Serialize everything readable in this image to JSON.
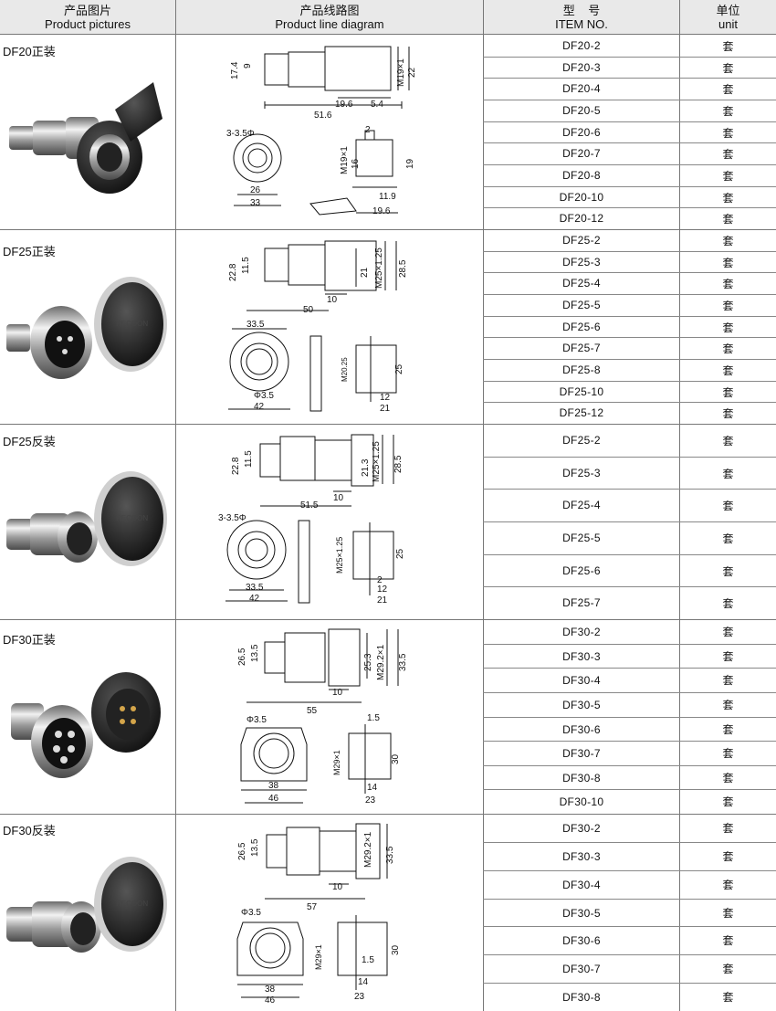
{
  "header": {
    "col1_cn": "产品图片",
    "col1_en": "Product pictures",
    "col2_cn": "产品线路图",
    "col2_en": "Product line diagram",
    "col3_cn": "型    号",
    "col3_en": "ITEM NO.",
    "col4_cn": "单位",
    "col4_en": "unit"
  },
  "groups": [
    {
      "label": "DF20正装",
      "items": [
        "DF20-2",
        "DF20-3",
        "DF20-4",
        "DF20-5",
        "DF20-6",
        "DF20-7",
        "DF20-8",
        "DF20-10",
        "DF20-12"
      ],
      "unit": "套",
      "dims": {
        "d1": "17.4",
        "d2": "9",
        "d3": "19.6",
        "d4": "51.6",
        "d5": "5.4",
        "d6": "M19×1",
        "d7": "22",
        "d8": "3-3.5Φ",
        "d9": "26",
        "d10": "33",
        "d11": "2",
        "d12": "M19×1",
        "d13": "16",
        "d14": "19",
        "d15": "11.9",
        "d16": "19.6"
      }
    },
    {
      "label": "DF25正装",
      "items": [
        "DF25-2",
        "DF25-3",
        "DF25-4",
        "DF25-5",
        "DF25-6",
        "DF25-7",
        "DF25-8",
        "DF25-10",
        "DF25-12"
      ],
      "unit": "套",
      "dims": {
        "d1": "22.8",
        "d2": "11.5",
        "d3": "10",
        "d4": "50",
        "d5": "21",
        "d6": "M25×1.25",
        "d7": "28.5",
        "d8": "33.5",
        "d9": "Φ3.5",
        "d10": "42",
        "d11": "M20.25",
        "d12": "25",
        "d13": "12",
        "d14": "21"
      }
    },
    {
      "label": "DF25反装",
      "items": [
        "DF25-2",
        "DF25-3",
        "DF25-4",
        "DF25-5",
        "DF25-6",
        "DF25-7"
      ],
      "unit": "套",
      "dims": {
        "d1": "22.8",
        "d2": "11.5",
        "d3": "10",
        "d4": "51.5",
        "d5": "21.3",
        "d6": "M25×1.25",
        "d7": "28.5",
        "d8": "3-3.5Φ",
        "d9": "33.5",
        "d10": "42",
        "d11": "M25×1.25",
        "d12": "25",
        "d13": "12",
        "d14": "21",
        "d15": "2"
      }
    },
    {
      "label": "DF30正装",
      "items": [
        "DF30-2",
        "DF30-3",
        "DF30-4",
        "DF30-5",
        "DF30-6",
        "DF30-7",
        "DF30-8",
        "DF30-10"
      ],
      "unit": "套",
      "dims": {
        "d1": "26.5",
        "d2": "13.5",
        "d3": "10",
        "d4": "55",
        "d5": "25.3",
        "d6": "M29.2×1",
        "d7": "33.5",
        "d8": "Φ3.5",
        "d9": "38",
        "d10": "46",
        "d11": "1.5",
        "d12": "M29×1",
        "d13": "30",
        "d14": "14",
        "d15": "23"
      }
    },
    {
      "label": "DF30反装",
      "items": [
        "DF30-2",
        "DF30-3",
        "DF30-4",
        "DF30-5",
        "DF30-6",
        "DF30-7",
        "DF30-8"
      ],
      "unit": "套",
      "dims": {
        "d1": "26.5",
        "d2": "13.5",
        "d3": "10",
        "d4": "57",
        "d5": "M29.2×1",
        "d6": "33.5",
        "d7": "Φ3.5",
        "d8": "38",
        "d9": "46",
        "d10": "M29×1",
        "d11": "1.5",
        "d12": "30",
        "d13": "14",
        "d14": "23"
      }
    }
  ]
}
